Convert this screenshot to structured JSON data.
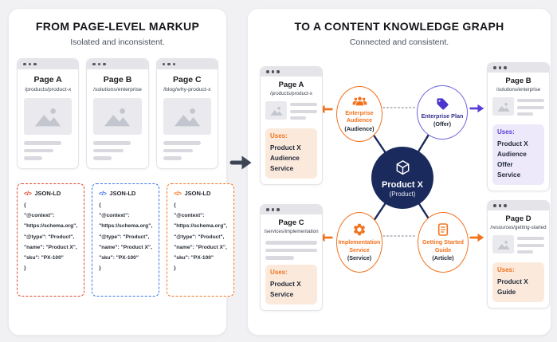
{
  "left_panel": {
    "title": "FROM PAGE-LEVEL MARKUP",
    "subtitle": "Isolated and inconsistent.",
    "pages": [
      {
        "title": "Page A",
        "url": "/products/product-x"
      },
      {
        "title": "Page B",
        "url": "/solutions/enterprise"
      },
      {
        "title": "Page C",
        "url": "/blog/why-product-x"
      }
    ],
    "json_blocks": [
      {
        "label": "JSON-LD",
        "accent": "#E0452E"
      },
      {
        "label": "JSON-LD",
        "accent": "#3A74E8"
      },
      {
        "label": "JSON-LD",
        "accent": "#F1731F"
      }
    ],
    "json_code": [
      "{",
      "\"@context\":",
      "\"https://schema.org\",",
      "\"@type\": \"Product\",",
      "\"name\": \"Product X\",",
      "\"sku\": \"PX-100\"",
      "}"
    ]
  },
  "right_panel": {
    "title": "TO A CONTENT KNOWLEDGE GRAPH",
    "subtitle": "Connected and consistent.",
    "pages": [
      {
        "title": "Page A",
        "url": "/products/product-x",
        "uses_label": "Uses:",
        "uses": [
          "Product X",
          "Audience",
          "Service"
        ]
      },
      {
        "title": "Page B",
        "url": "/solutions/enterprise",
        "uses_label": "Uses:",
        "uses": [
          "Product X",
          "Audience",
          "Offer",
          "Service"
        ]
      },
      {
        "title": "Page C",
        "url": "/services/implementation",
        "uses_label": "Uses:",
        "uses": [
          "Product X",
          "Service"
        ]
      },
      {
        "title": "Page D",
        "url": "/resources/getting-started",
        "uses_label": "Uses:",
        "uses": [
          "Product X",
          "Guide"
        ]
      }
    ],
    "graph": {
      "center": {
        "label": "Product X",
        "sublabel": "(Product)"
      },
      "nodes": [
        {
          "line1": "Enterprise",
          "line2": "Audience",
          "sublabel": "(Audience)",
          "icon": "audience-icon"
        },
        {
          "line1": "Enterprise Plan",
          "sublabel": "(Offer)",
          "icon": "tag-icon"
        },
        {
          "line1": "Implementation",
          "line2": "Service",
          "sublabel": "(Service)",
          "icon": "gear-icon"
        },
        {
          "line1": "Getting Started",
          "line2": "Guide",
          "sublabel": "(Article)",
          "icon": "document-icon"
        }
      ]
    }
  },
  "icons": {
    "code_glyph": "</>"
  },
  "colors": {
    "orange": "#F1731F",
    "indigo": "#5B3FD6",
    "indigo_outline": "#6C63DC",
    "navy": "#1B2A5C",
    "json_red": "#E0452E",
    "json_blue": "#3A74E8",
    "json_orange": "#F1731F",
    "uses_bg_orange": "#FBEADC",
    "uses_bg_purple": "#EDE9FB",
    "mid_arrow": "#3D4555"
  }
}
